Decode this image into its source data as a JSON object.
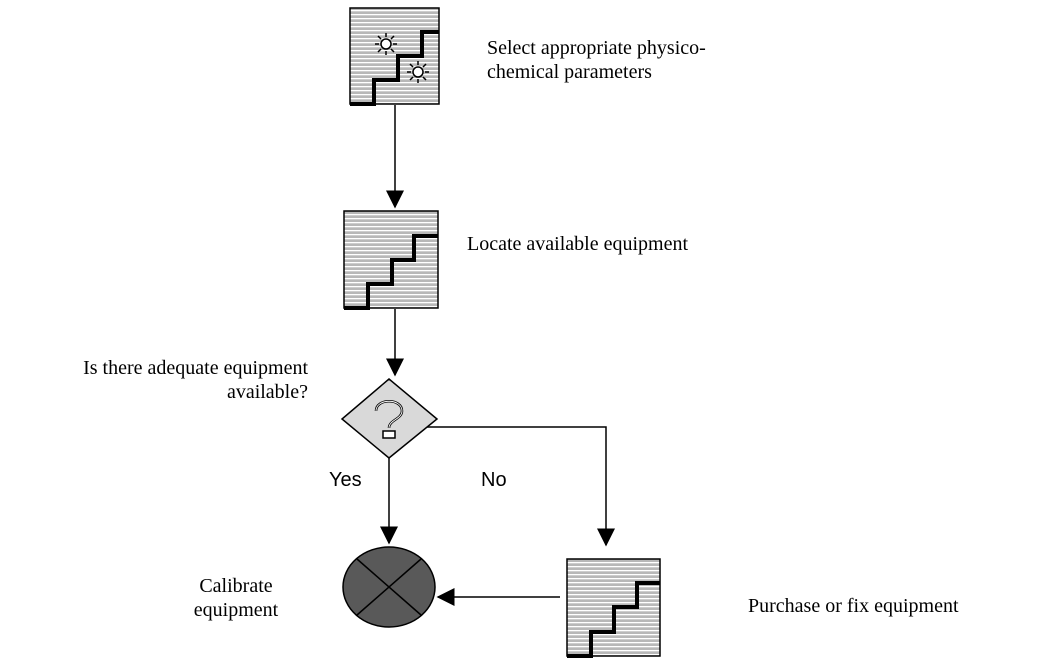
{
  "steps": {
    "select_params": {
      "line1": "Select appropriate physico-",
      "line2": "chemical parameters"
    },
    "locate_equipment": {
      "text": "Locate available equipment"
    },
    "decision": {
      "line1": "Is there adequate equipment",
      "line2": "available?"
    },
    "yes_label": "Yes",
    "no_label": "No",
    "calibrate": {
      "line1": "Calibrate",
      "line2": "equipment"
    },
    "purchase": {
      "text": "Purchase or fix equipment"
    }
  },
  "colors": {
    "stripe_fill": "#c8c8c8",
    "stripe_line": "#ffffff",
    "stair_line": "#000000",
    "decision_fill": "#d9d9d9",
    "terminal_fill": "#595959"
  }
}
